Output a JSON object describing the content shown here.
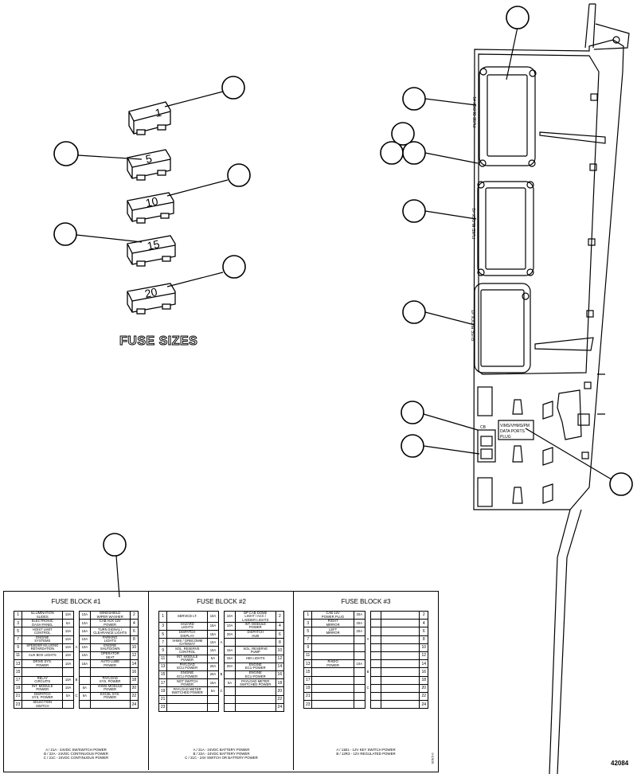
{
  "fuse_sizes": {
    "title": "FUSE SIZES",
    "fuses": [
      "1",
      "5",
      "10",
      "15",
      "20"
    ]
  },
  "panel": {
    "block_labels": [
      "FUSE BLOCK #1",
      "FUSE BLOCK #2",
      "FUSE BLOCK #3"
    ],
    "cb_label": "CB",
    "data_port_label": [
      "VIMS/VHMS/PM",
      "DATA PORTS",
      "PLUG"
    ]
  },
  "chart": {
    "blocks": [
      {
        "title": "FUSE BLOCK #1",
        "rows": [
          [
            "1",
            "ILLUMINATION\nSLIDES",
            "10A",
            "",
            "10A",
            "WINDSHIELD\nWIPER WASHER",
            "2"
          ],
          [
            "3",
            "ELECTRONIC\nDASH PANEL",
            "5A",
            "",
            "10A",
            "CAB AUX 12V\nPOWER",
            "4"
          ],
          [
            "5",
            "HOIST LIMIT\nCONTROL",
            "10A",
            "",
            "15A",
            "TURN SIGNAL /\nCLEARANCE LIGHTS",
            "6"
          ],
          [
            "7",
            "ENGINE\nSYSTEMS",
            "10A",
            "",
            "10A",
            "PARKING\nLIGHTS",
            "8"
          ],
          [
            "9",
            "SPEEDER KILL/ENG\nRETARDATION",
            "10A",
            "A",
            "10A",
            "ENGINE\nSHUTDOWN",
            "10"
          ],
          [
            "11",
            "AUX BOX LIGHTS",
            "10A",
            "",
            "10A",
            "OPERATOR\nSEAT",
            "12"
          ],
          [
            "13",
            "DRIVE SYS.\nPOWER",
            "10A",
            "",
            "15A",
            "AUTO LUBE\nPOWER",
            "14"
          ],
          [
            "15",
            "",
            "",
            "",
            "",
            "",
            "16"
          ],
          [
            "17",
            "RELAY\nCIRCUITS",
            "10A",
            "B",
            "",
            "PAYLOAD\nSYS. POWER",
            "18"
          ],
          [
            "19",
            "INT. MODULE\nPOWER",
            "10A",
            "",
            "5A",
            "VHMS MODULE\nPOWER",
            "20"
          ],
          [
            "21",
            "DISPATCH\nSYS. POWER",
            "5A",
            "C",
            "5A",
            "EXCEL SYS.\nPOWER",
            "22"
          ],
          [
            "23",
            "SELECTION\nSWITCH",
            "",
            "",
            "",
            "",
            "24"
          ]
        ],
        "legend": [
          "A / 21A - 24VDC SW/SWITCH POWER",
          "B / 22A - 24VDC CONTINUOUS POWER",
          "C / 21C - 24VDC CONTINUOUS POWER"
        ]
      },
      {
        "title": "FUSE BLOCK #2",
        "rows": [
          [
            "1",
            "SERVICE LT.",
            "10A",
            "",
            "10A",
            "BP CAB DOME\nLIGHT / ACC /\nLADDER LIGHTS",
            "2"
          ],
          [
            "3",
            "HAZARD\nLIGHTS",
            "15A",
            "",
            "10A",
            "INT. MODULE\nPOWER",
            "4"
          ],
          [
            "5",
            "DISPATCH\nDISPLAY",
            "15A",
            "",
            "20A",
            "DISPATCH\nHUB",
            "6"
          ],
          [
            "7",
            "VHMS / ORBCOMM\nGATEWAY",
            "10A",
            "A",
            "",
            "",
            "8"
          ],
          [
            "9",
            "SOL. RESERVE\nCONTROL",
            "10A",
            "",
            "15A",
            "SOL. RESERVE\nPUMP",
            "10"
          ],
          [
            "11",
            "INT. MODULE\nPOWER",
            "5A",
            "",
            "15A",
            "HID LIGHTS",
            "12"
          ],
          [
            "13",
            "PAYLOAD\nECU POWER",
            "20A",
            "",
            "20A",
            "ENGINE\nECU POWER",
            "14"
          ],
          [
            "15",
            "ENGINE\nECU POWER",
            "20A",
            "B",
            "",
            "ENGINE\nECU POWER",
            "16"
          ],
          [
            "17",
            "NOT SWITCH\nPOWER",
            "15A",
            "",
            "5A",
            "PAYLOAD METER\nSWITCHED POWER",
            "18"
          ],
          [
            "19",
            "PAYLOAD METER\nSWITCHED POWER",
            "5A",
            "C",
            "",
            "",
            "20"
          ],
          [
            "21",
            "",
            "",
            "",
            "",
            "",
            "22"
          ],
          [
            "23",
            "",
            "",
            "",
            "",
            "",
            "24"
          ]
        ],
        "legend": [
          "A / 21A - 24VDC BATTERY POWER",
          "B / 22A - 24VDC BATTERY POWER",
          "C / 21C - 24V SWITCH OR BATTERY POWER"
        ]
      },
      {
        "title": "FUSE BLOCK #3",
        "rows": [
          [
            "1",
            "CAB 12V\nPOWER PLUG",
            "20A",
            "",
            "",
            "",
            "2"
          ],
          [
            "3",
            "RIGHT\nMIRROR",
            "20A",
            "",
            "",
            "",
            "4"
          ],
          [
            "5",
            "LEFT\nMIRROR",
            "20A",
            "",
            "",
            "",
            "6"
          ],
          [
            "7",
            "",
            "",
            "A",
            "",
            "",
            "8"
          ],
          [
            "9",
            "",
            "",
            "",
            "",
            "",
            "10"
          ],
          [
            "11",
            "",
            "",
            "",
            "",
            "",
            "12"
          ],
          [
            "13",
            "RADIO\nPOWER",
            "10A",
            "",
            "",
            "",
            "14"
          ],
          [
            "15",
            "",
            "",
            "B",
            "",
            "",
            "16"
          ],
          [
            "17",
            "",
            "",
            "",
            "",
            "",
            "18"
          ],
          [
            "19",
            "",
            "",
            "C",
            "",
            "",
            "20"
          ],
          [
            "21",
            "",
            "",
            "",
            "",
            "",
            "22"
          ],
          [
            "23",
            "",
            "",
            "",
            "",
            "",
            "24"
          ]
        ],
        "legend": [
          "A / 11B1 - 12V KEY SWITCH POWER",
          "B / 12R3 - 12V REGULATED POWER"
        ]
      }
    ]
  },
  "drawing_number": "42084",
  "side_code": "SDE5-0"
}
